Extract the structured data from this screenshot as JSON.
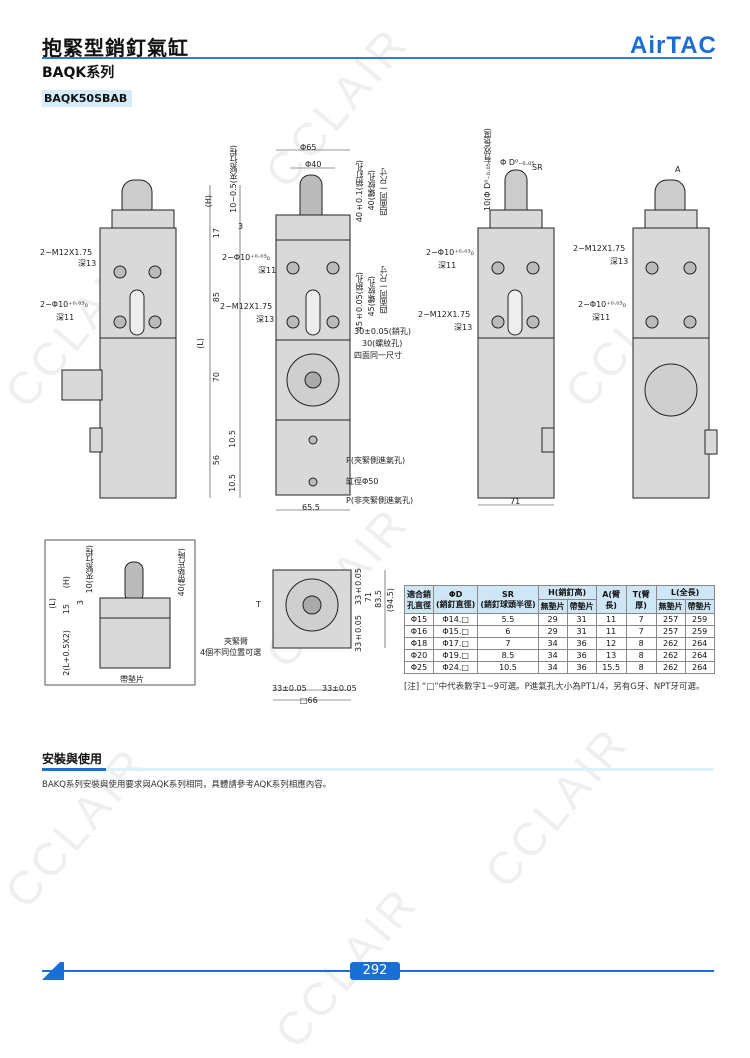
{
  "header": {
    "title": "抱緊型銷釘氣缸",
    "brand": "AirTAC",
    "series": "BAQK系列",
    "model": "BAQK50SBAB"
  },
  "drawings": {
    "front": {
      "port1": "2−M12X1.75",
      "depth1": "深13",
      "pin1": "2−Φ10⁺⁰·⁰³₀",
      "depth2": "深11"
    },
    "side": {
      "phi65": "Φ65",
      "phi40": "Φ40",
      "h": "(H)",
      "stroke": "10−0.5(夾緊行程)",
      "d3": "3",
      "d17": "17",
      "d85": "85",
      "L": "(L)",
      "d70": "70",
      "d56": "56",
      "d105a": "10.5",
      "d105b": "10.5",
      "d655": "65.5",
      "pin": "2−Φ10⁺⁰·⁰³₀",
      "pindepth": "深11",
      "port": "2−M12X1.75",
      "portdepth": "深13",
      "v40a": "40±0.1(銷釘孔)",
      "v40b": "40(螺紋孔)",
      "same1": "四面同一尺寸",
      "v45a": "45±0.05(銷孔)",
      "v45b": "45(螺紋孔)",
      "same2": "四面同一尺寸",
      "h30a": "30±0.05(銷孔)",
      "h30b": "30(螺紋孔)",
      "same3": "四面同一尺寸",
      "p1": "P(夾緊側進氣孔)",
      "bore": "缸徑Φ50",
      "p2": "P(非夾緊側進氣孔)"
    },
    "rear": {
      "pinlen": "10(Φ D⁰₋₀.₀₅有效長度)",
      "phid": "Φ D⁰₋₀.₀₅",
      "sr": "SR",
      "pin": "2−Φ10⁺⁰·⁰³₀",
      "pindepth": "深11",
      "port": "2−M12X1.75",
      "portdepth": "深13",
      "d71": "71"
    },
    "right": {
      "a": "A",
      "port": "2−M12X1.75",
      "portdepth": "深13",
      "pin": "2−Φ10⁺⁰·⁰³₀",
      "pindepth": "深11"
    },
    "detail": {
      "h": "(H)",
      "stroke": "10(夾緊行程)",
      "d15": "15",
      "d3": "3",
      "L": "(L)",
      "l2": "2(L+0.5X2)",
      "gasket": "40(帶墊片時)",
      "gasketlabel": "帶墊片"
    },
    "top": {
      "t": "T",
      "arm": "夾緊臂",
      "pos": "4個不同位置可選",
      "d33a": "33±0.05",
      "d33b": "33±0.05",
      "d71": "71",
      "d835": "83.5",
      "d945": "(94.5)",
      "b33a": "33±0.05",
      "b33b": "33±0.05",
      "sq66": "□66"
    }
  },
  "table": {
    "headers1": [
      "適合銷孔直徑",
      "ΦD(銷釘直徑)",
      "SR(銷釘球頭半徑)",
      "H(銷釘高)",
      "A(臂長)",
      "T(臂厚)",
      "L(全長)"
    ],
    "headers2": [
      "無墊片",
      "帶墊片",
      "無墊片",
      "帶墊片"
    ],
    "h": {
      "c0a": "適合銷",
      "c0b": "孔直徑",
      "c1a": "ΦD",
      "c1b": "(銷釘直徑)",
      "c2a": "SR",
      "c2b": "(銷釘球頭半徑)",
      "c3": "H(銷釘高)",
      "c4a": "A",
      "c4b": "(臂長)",
      "c5a": "T",
      "c5b": "(臂厚)",
      "c6": "L(全長)",
      "s1": "無墊片",
      "s2": "帶墊片",
      "s3": "無墊片",
      "s4": "帶墊片"
    },
    "rows": [
      [
        "Φ15",
        "Φ14.□",
        "5.5",
        "29",
        "31",
        "11",
        "7",
        "257",
        "259"
      ],
      [
        "Φ16",
        "Φ15.□",
        "6",
        "29",
        "31",
        "11",
        "7",
        "257",
        "259"
      ],
      [
        "Φ18",
        "Φ17.□",
        "7",
        "34",
        "36",
        "12",
        "8",
        "262",
        "264"
      ],
      [
        "Φ20",
        "Φ19.□",
        "8.5",
        "34",
        "36",
        "13",
        "8",
        "262",
        "264"
      ],
      [
        "Φ25",
        "Φ24.□",
        "10.5",
        "34",
        "36",
        "15.5",
        "8",
        "262",
        "264"
      ]
    ],
    "note": "[注] “□”中代表數字1~9可選。P進氣孔大小為PT1/4，另有G牙、NPT牙可選。"
  },
  "section": {
    "title": "安裝與使用",
    "text": "BAKQ系列安裝與使用要求與AQK系列相同，具體請參考AQK系列相應內容。"
  },
  "footer": {
    "page": "292"
  },
  "colors": {
    "accent": "#1a6fd6",
    "table_header": "#cfe6f7"
  }
}
